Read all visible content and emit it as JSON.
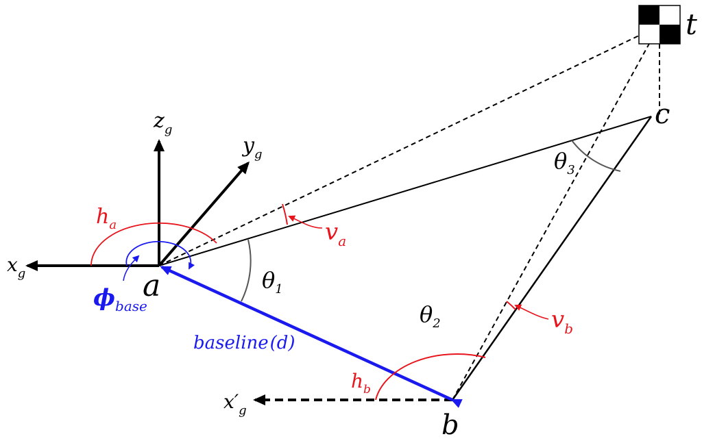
{
  "labels": {
    "point_a": "a",
    "point_b": "b",
    "point_c": "c",
    "point_t": "t",
    "axis_x": "x",
    "axis_x_sub": "g",
    "axis_y": "y",
    "axis_y_sub": "g",
    "axis_z": "z",
    "axis_z_sub": "g",
    "axis_xprime": "x′",
    "axis_xprime_sub": "g",
    "h_a": "h",
    "h_a_sub": "a",
    "h_b": "h",
    "h_b_sub": "b",
    "v_a": "v",
    "v_a_sub": "a",
    "v_b": "v",
    "v_b_sub": "b",
    "phi": "ϕ",
    "phi_sub": "base",
    "theta1": "θ",
    "theta1_sub": "1",
    "theta2": "θ",
    "theta2_sub": "2",
    "theta3": "θ",
    "theta3_sub": "3",
    "baseline": "baseline",
    "baseline_d": "(d)"
  },
  "colors": {
    "black": "#000000",
    "red": "#e8141c",
    "blue": "#1a1aee",
    "gray": "#555555"
  }
}
